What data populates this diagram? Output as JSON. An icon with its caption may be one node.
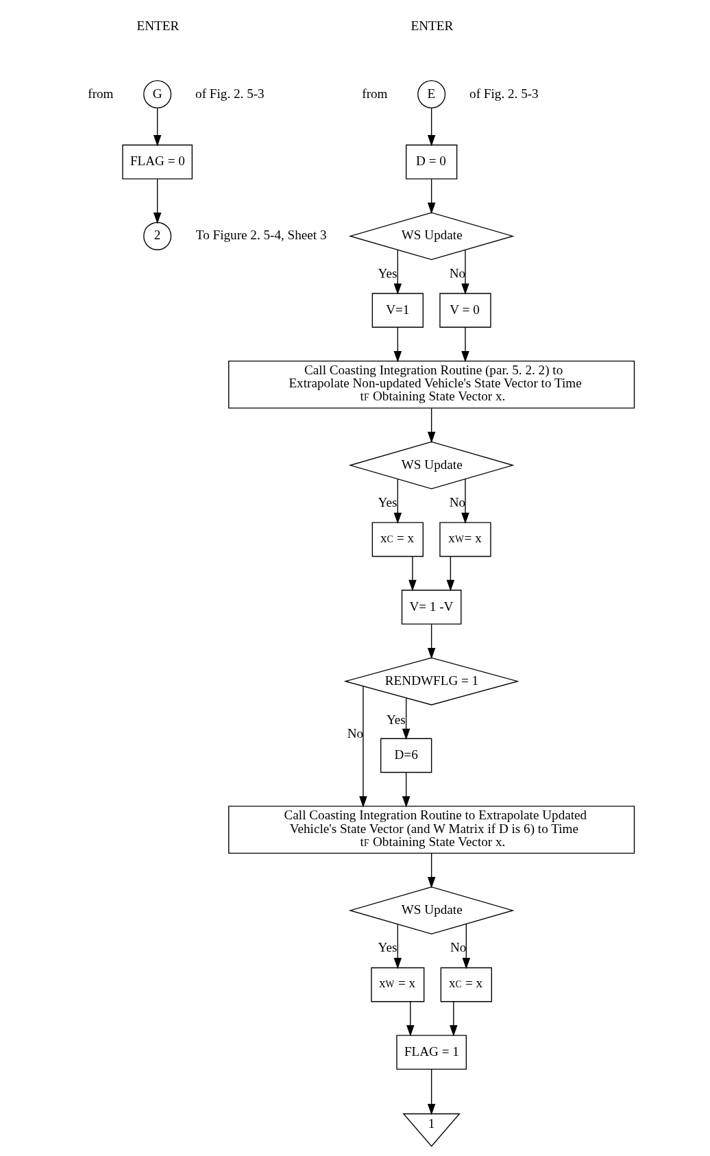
{
  "diagram": {
    "nodes": [
      {
        "text": [
          "G"
        ],
        "beside": [
          "ENTER",
          "from",
          "of Fig. 2. 5-3"
        ]
      },
      {
        "text": [
          "FLAG = 0"
        ]
      },
      {
        "text": [
          "2"
        ],
        "beside": [
          "To Figure 2. 5-4, Sheet 3"
        ]
      },
      {
        "text": [
          "E"
        ],
        "beside": [
          "ENTER",
          "from",
          "of Fig. 2. 5-3"
        ]
      },
      {
        "text": [
          "D = 0"
        ]
      },
      {
        "text": [
          "WS Update"
        ]
      },
      {
        "text": [
          "V=1"
        ]
      },
      {
        "text": [
          "V = 0"
        ]
      },
      {
        "text": [
          "Call Coasting Integration Routine (par. 5. 2. 2) to Extrapolate Non-updated Vehicle's State Vector to Time t$_{F}$ Obtaining State Vector x."
        ]
      },
      {
        "text": [
          "WS Update"
        ]
      },
      {
        "text": [
          "x$_{C}$ = x"
        ]
      },
      {
        "text": [
          "x$_{W}$= x"
        ]
      },
      {
        "text": [
          "V= 1 -V"
        ]
      },
      {
        "text": [
          "RENDWFLG = 1"
        ]
      },
      {
        "text": [
          "D=6"
        ]
      },
      {
        "text": [
          "Call Coasting Integration Routine to Extrapolate Updated Vehicle's State Vector (and W Matrix if D is 6) to Time t$_{F}$ Obtaining State Vector x."
        ]
      },
      {
        "text": [
          "WS Update"
        ]
      },
      {
        "text": [
          "x$_{W}$ = x"
        ]
      },
      {
        "text": [
          "x$_{C}$ = x"
        ]
      },
      {
        "text": [
          "FLAG = 1"
        ]
      },
      {
        "text": [
          "1"
        ]
      }
    ],
    "edges": [
      {
        "from": 0,
        "to": 1,
        "arrow": "to"
      },
      {
        "from": 1,
        "to": 2,
        "arrow": "to"
      },
      {
        "from": 3,
        "to": 4,
        "arrow": "to"
      },
      {
        "from": 4,
        "to": 5,
        "arrow": "to"
      },
      {
        "from": 5,
        "to": 6,
        "arrow": "to",
        "label": "Yes"
      },
      {
        "from": 5,
        "to": 7,
        "arrow": "to",
        "label": "No"
      },
      {
        "from": 7,
        "to": 8,
        "arrow": "to"
      },
      {
        "from": 6,
        "to": 8,
        "arrow": "to"
      },
      {
        "from": 8,
        "to": 9,
        "arrow": "to"
      },
      {
        "from": 9,
        "to": 10,
        "arrow": "to",
        "label": "Yes"
      },
      {
        "from": 9,
        "to": 11,
        "arrow": "to",
        "label": "No"
      },
      {
        "from": 10,
        "to": 12,
        "arrow": "to"
      },
      {
        "from": 11,
        "to": 12,
        "arrow": "to"
      },
      {
        "from": 12,
        "to": 13,
        "arrow": "to"
      },
      {
        "from": 13,
        "to": 14,
        "arrow": "to",
        "label": "Yes"
      },
      {
        "from": 13,
        "to": 15,
        "arrow": "to",
        "label": "No"
      },
      {
        "from": 14,
        "to": 15,
        "arrow": "to"
      },
      {
        "from": 15,
        "to": 16,
        "arrow": "to"
      },
      {
        "from": 16,
        "to": 17,
        "arrow": "to",
        "label": "Yes"
      },
      {
        "from": 16,
        "to": 18,
        "arrow": "to",
        "label": "No"
      },
      {
        "from": 18,
        "to": 19,
        "arrow": "to"
      },
      {
        "from": 17,
        "to": 19,
        "arrow": "to"
      },
      {
        "from": 19,
        "to": 20,
        "arrow": "to"
      }
    ]
  }
}
